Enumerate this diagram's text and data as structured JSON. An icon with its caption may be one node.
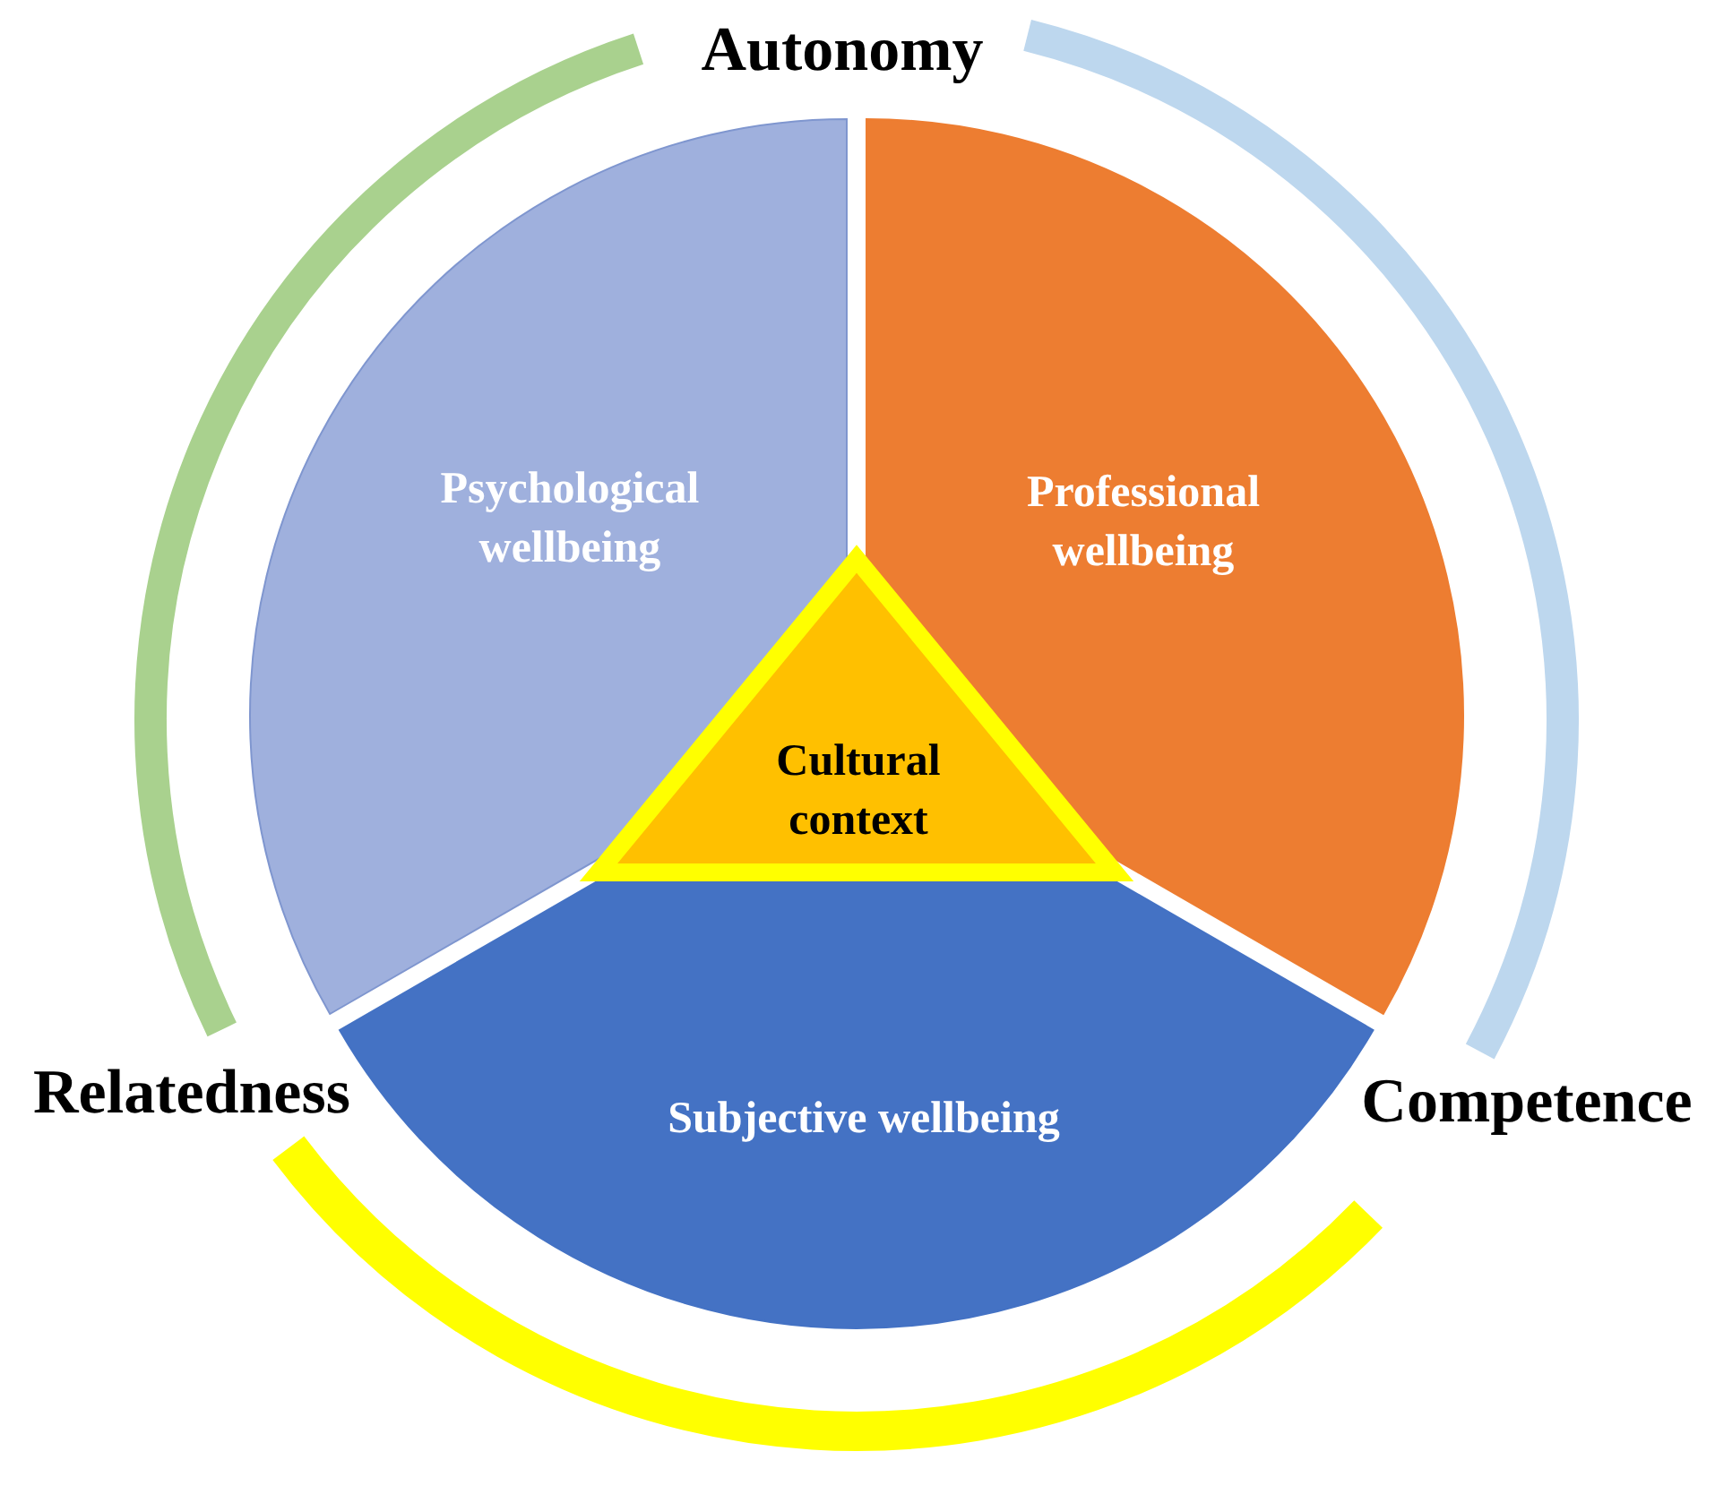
{
  "diagram": {
    "nodes": [
      {
        "text": [
          "Psychological wellbeing"
        ]
      },
      {
        "text": [
          "Professional wellbeing"
        ]
      },
      {
        "text": [
          "Subjective wellbeing"
        ]
      },
      {
        "text": [
          "Cultural context"
        ]
      }
    ],
    "edges": [],
    "labels": [
      "Autonomy",
      "Relatedness",
      "Competence"
    ]
  }
}
